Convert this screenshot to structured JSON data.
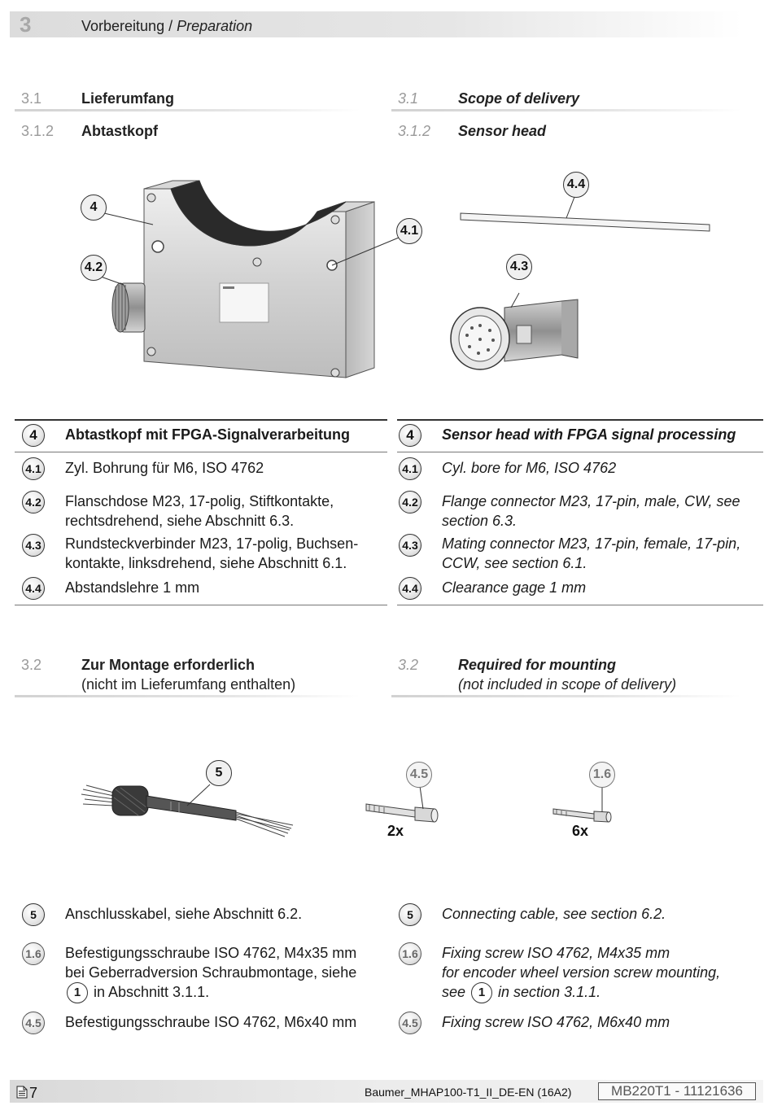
{
  "header": {
    "chapter_number": "3",
    "chapter_title_de": "Vorbereitung",
    "chapter_title_sep": " / ",
    "chapter_title_en": "Preparation"
  },
  "section_3_1": {
    "num": "3.1",
    "title_de": "Lieferumfang",
    "title_en": "Scope of delivery",
    "sub_num": "3.1.2",
    "sub_title_de": "Abtastkopf",
    "sub_title_en": "Sensor head"
  },
  "figure1": {
    "callouts": [
      "4",
      "4.1",
      "4.2",
      "4.3",
      "4.4"
    ]
  },
  "legend1": {
    "de": [
      {
        "badge": "4",
        "text": "Abtastkopf mit FPGA-Signalverarbeitung"
      },
      {
        "badge": "4.1",
        "text": "Zyl. Bohrung für M6, ISO 4762"
      },
      {
        "badge": "4.2",
        "line1": "Flanschdose M23, 17-polig, Stiftkontakte,",
        "line2": "rechtsdrehend, siehe Abschnitt 6.3."
      },
      {
        "badge": "4.3",
        "line1": "Rundsteckverbinder M23, 17-polig, Buchsen-",
        "line2": "kontakte, linksdrehend, siehe Abschnitt 6.1."
      },
      {
        "badge": "4.4",
        "text": "Abstandslehre 1 mm"
      }
    ],
    "en": [
      {
        "badge": "4",
        "text": "Sensor head with FPGA signal processing"
      },
      {
        "badge": "4.1",
        "text": "Cyl. bore for M6, ISO 4762"
      },
      {
        "badge": "4.2",
        "line1": "Flange connector M23, 17-pin, male, CW, see",
        "line2": "section 6.3."
      },
      {
        "badge": "4.3",
        "line1": "Mating connector M23, 17-pin, female, 17-pin,",
        "line2": "CCW, see section 6.1."
      },
      {
        "badge": "4.4",
        "text": "Clearance gage 1 mm"
      }
    ]
  },
  "section_3_2": {
    "num": "3.2",
    "title_de": "Zur Montage erforderlich",
    "sub_de": "(nicht im Lieferumfang enthalten)",
    "title_en": "Required for mounting",
    "sub_en": "(not included in scope of delivery)"
  },
  "figure2": {
    "callouts": [
      "5",
      "4.5",
      "1.6"
    ],
    "qty_screw_m6": "2x",
    "qty_screw_m4": "6x"
  },
  "legend2": {
    "de": [
      {
        "badge": "5",
        "text": "Anschlusskabel, siehe Abschnitt 6.2."
      },
      {
        "badge": "1.6",
        "line1": "Befestigungsschraube ISO 4762, M4x35 mm",
        "line2": "bei Geberradversion Schraubmontage, siehe",
        "ref": "1",
        "line3": " in Abschnitt 3.1.1."
      },
      {
        "badge": "4.5",
        "text": "Befestigungsschraube ISO 4762, M6x40 mm"
      }
    ],
    "en": [
      {
        "badge": "5",
        "text": "Connecting cable, see section 6.2."
      },
      {
        "badge": "1.6",
        "line1": "Fixing screw ISO 4762, M4x35 mm",
        "line2": "for encoder wheel version screw mounting,",
        "line3_pre": "see ",
        "ref": "1",
        "line3": " in section 3.1.1."
      },
      {
        "badge": "4.5",
        "text": "Fixing screw ISO 4762, M6x40 mm"
      }
    ]
  },
  "footer": {
    "page_number": "7",
    "doc_name": "Baumer_MHAP100-T1_II_DE-EN  (16A2)",
    "doc_code": "MB220T1 - 11121636"
  }
}
